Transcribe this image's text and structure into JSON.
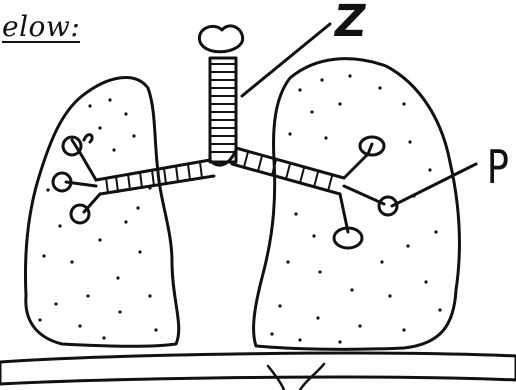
{
  "heading": {
    "text": "elow:"
  },
  "labels": {
    "z": "Z",
    "p": "P"
  },
  "colors": {
    "ink": "#111111",
    "paper": "#ffffff"
  }
}
